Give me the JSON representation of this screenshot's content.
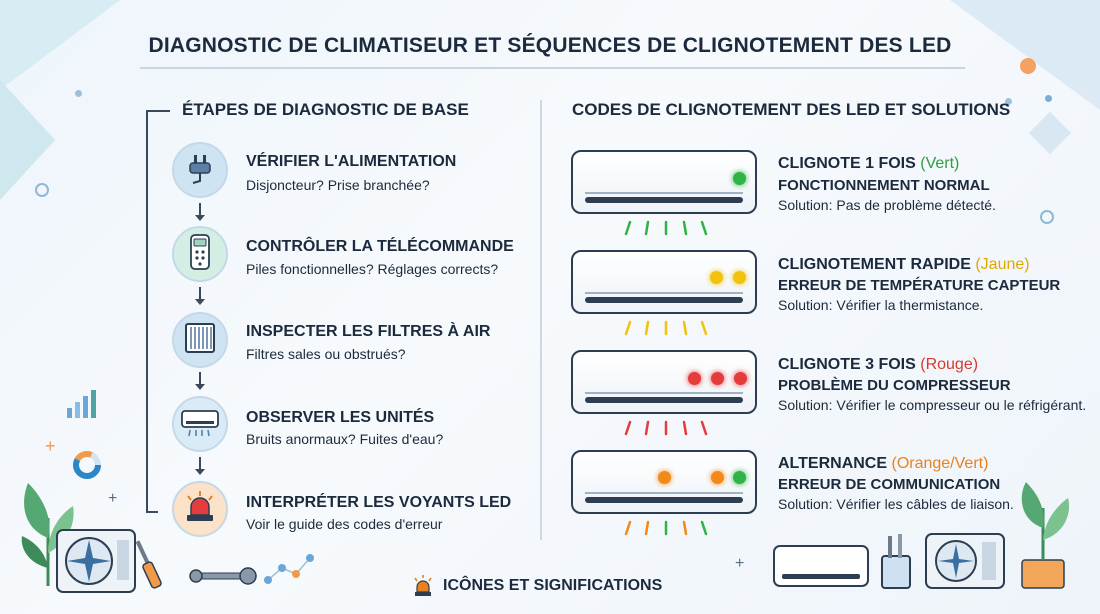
{
  "title": "DIAGNOSTIC DE CLIMATISEUR ET SÉQUENCES DE CLIGNOTEMENT DES LED",
  "left": {
    "heading": "ÉTAPES DE DIAGNOSTIC DE BASE",
    "steps": [
      {
        "title": "VÉRIFIER L'ALIMENTATION",
        "desc": "Disjoncteur? Prise branchée?",
        "icon": "power-plug-icon"
      },
      {
        "title": "CONTRÔLER LA TÉLÉCOMMANDE",
        "desc": "Piles fonctionnelles? Réglages corrects?",
        "icon": "remote-control-icon"
      },
      {
        "title": "INSPECTER LES FILTRES À AIR",
        "desc": "Filtres sales ou obstrués?",
        "icon": "air-filter-icon"
      },
      {
        "title": "OBSERVER LES UNITÉS",
        "desc": "Bruits anormaux? Fuites d'eau?",
        "icon": "ac-unit-icon"
      },
      {
        "title": "INTERPRÉTER LES VOYANTS LED",
        "desc": "Voir le guide des codes d'erreur",
        "icon": "warning-light-icon"
      }
    ]
  },
  "right": {
    "heading": "CODES DE CLIGNOTEMENT DES LED ET SOLUTIONS",
    "codes": [
      {
        "pattern": "CLIGNOTE 1 FOIS",
        "color_label": "(Vert)",
        "color": "#2e9e3e",
        "status": "FONCTIONNEMENT NORMAL",
        "solution": "Solution: Pas de problème détecté.",
        "leds": [
          "#2fb344"
        ]
      },
      {
        "pattern": "CLIGNOTEMENT RAPIDE",
        "color_label": "(Jaune)",
        "color": "#e0a800",
        "status": "ERREUR DE TEMPÉRATURE CAPTEUR",
        "solution": "Solution: Vérifier la thermistance.",
        "leds": [
          "#f2c20c",
          "#f2c20c"
        ]
      },
      {
        "pattern": "CLIGNOTE 3 FOIS",
        "color_label": "(Rouge)",
        "color": "#d63a2f",
        "status": "PROBLÈME DU COMPRESSEUR",
        "solution": "Solution: Vérifier le compresseur ou le réfrigérant.",
        "leds": [
          "#e43c3c",
          "#e43c3c",
          "#e43c3c"
        ]
      },
      {
        "pattern": "ALTERNANCE",
        "color_label": "(Orange/Vert)",
        "color": "#e8821e",
        "status": "ERREUR DE COMMUNICATION",
        "solution": "Solution: Vérifier les câbles de liaison.",
        "leds": [
          "#f28a1a",
          "#f28a1a",
          "#2fb344"
        ]
      }
    ]
  },
  "footer": {
    "label": "ICÔNES ET SIGNIFICATIONS",
    "icon": "warning-light-icon"
  }
}
